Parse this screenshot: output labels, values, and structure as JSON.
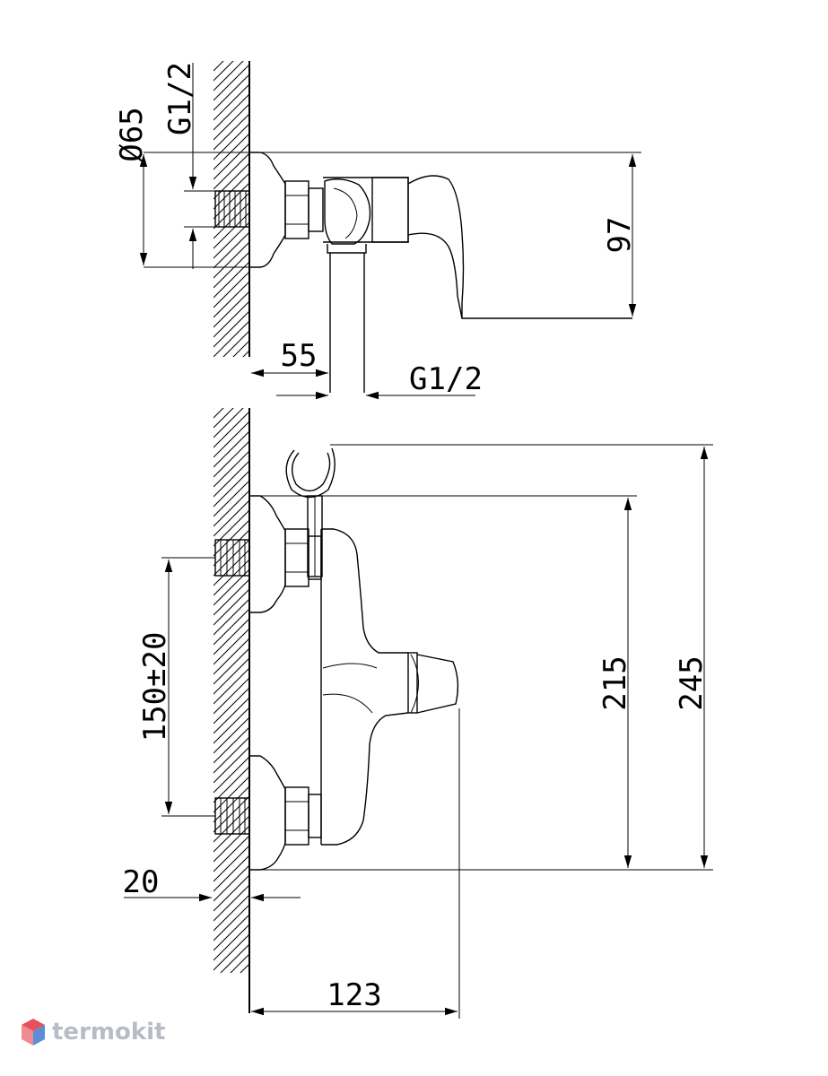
{
  "dimensions": {
    "diameter": "Ø65",
    "thread_top": "G1/2",
    "height_97": "97",
    "depth_55": "55",
    "thread_outlet": "G1/2",
    "spacing": "150±20",
    "height_215": "215",
    "height_245": "245",
    "wall_20": "20",
    "length_123": "123"
  },
  "watermark": {
    "text": "termokit"
  },
  "colors": {
    "line": "#000000",
    "watermark_text": "#b7bcc6",
    "watermark_red": "#e4505c",
    "watermark_blue": "#5a8fd8"
  }
}
